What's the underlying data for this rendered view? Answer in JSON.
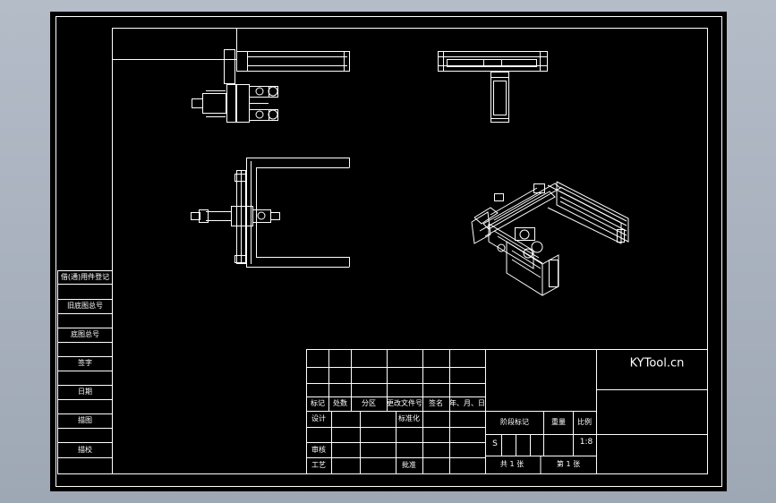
{
  "title_block": {
    "logo_text": "KYTool.cn",
    "revision_headers": [
      "标记",
      "处数",
      "分区",
      "更改文件号",
      "签名",
      "年、月、日"
    ],
    "design_label": "设计",
    "standardization_label": "标准化",
    "review_label": "审核",
    "process_label": "工艺",
    "approve_label": "批准",
    "stage_mark_label": "阶段标记",
    "weight_label": "重量",
    "scale_label": "比例",
    "stage_value": "S",
    "scale_value": "1:8",
    "sheet_total": "共 1 张",
    "sheet_number": "第 1 张"
  },
  "side_panel": {
    "items": [
      "借(通)用件登记",
      "旧底图总号",
      "底图总号",
      "签字",
      "日期",
      "描图",
      "描校"
    ]
  }
}
